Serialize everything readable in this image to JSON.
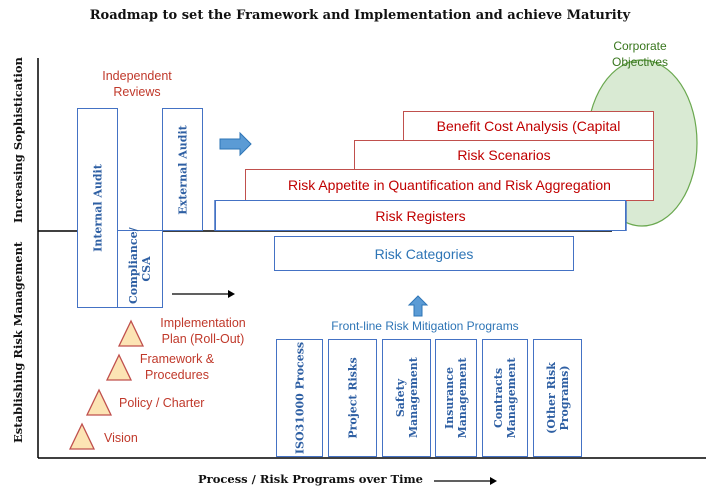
{
  "title": "Roadmap to set the Framework and Implementation and achieve Maturity",
  "axis": {
    "upper_label": "Increasing Sophistication",
    "lower_label": "Establishing Risk Management",
    "x_label": "Process / Risk Programs    over    Time"
  },
  "corporate_objectives": "Corporate Objectives",
  "independent_reviews": "Independent Reviews",
  "audit_boxes": {
    "internal": "Internal Audit",
    "compliance": "Compliance/ CSA",
    "external": "External Audit"
  },
  "maturity_steps": [
    "Benefit Cost Analysis (Capital",
    "Risk Scenarios",
    "Risk Appetite in Quantification and Risk Aggregation",
    "Risk Registers"
  ],
  "risk_categories": "Risk Categories",
  "frontline_title": "Front-line Risk Mitigation Programs",
  "programs": [
    "ISO31000 Process",
    "Project Risks",
    "Safety Management",
    "Insurance Management",
    "Contracts Management",
    "(Other Risk Programs)"
  ],
  "stages": [
    "Implementation Plan (Roll-Out)",
    "Framework & Procedures",
    "Policy / Charter",
    "Vision"
  ],
  "colors": {
    "blue": "#4472c4",
    "red": "#c00000",
    "triangle_fill": "#fce4b4",
    "ellipse_fill": "#d9ead3",
    "ellipse_stroke": "#6aa84f"
  }
}
